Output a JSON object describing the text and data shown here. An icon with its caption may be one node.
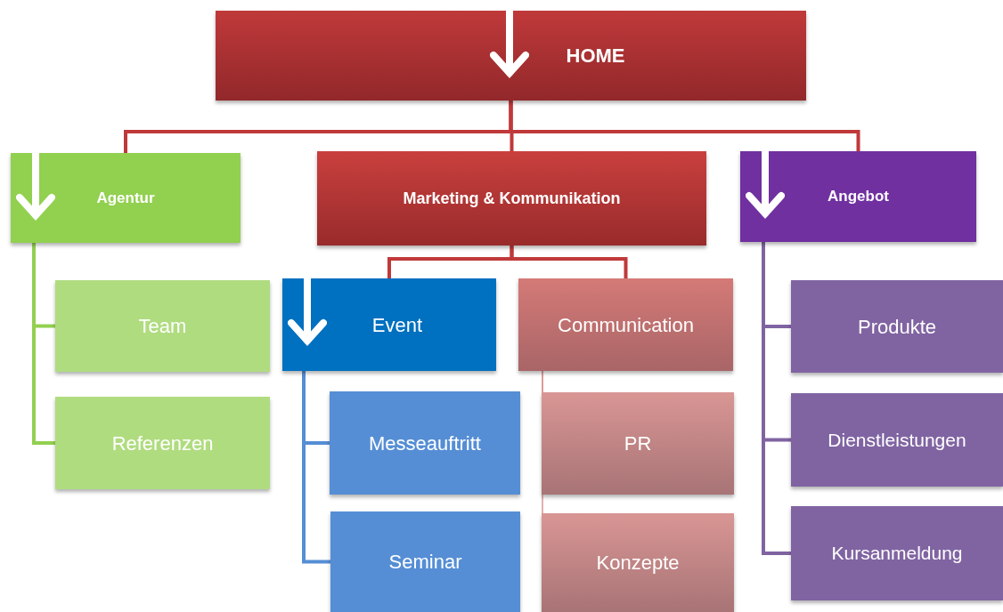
{
  "diagram": {
    "nodes": [
      {
        "text": [
          "HOME"
        ]
      },
      {
        "text": [
          "Agentur"
        ]
      },
      {
        "text": [
          "Marketing & Kommunikation"
        ]
      },
      {
        "text": [
          "Angebot"
        ]
      },
      {
        "text": [
          "Team"
        ]
      },
      {
        "text": [
          "Referenzen"
        ]
      },
      {
        "text": [
          "Event"
        ]
      },
      {
        "text": [
          "Communication"
        ]
      },
      {
        "text": [
          "Messeauftritt"
        ]
      },
      {
        "text": [
          "Seminar"
        ]
      },
      {
        "text": [
          "PR"
        ]
      },
      {
        "text": [
          "Konzepte"
        ]
      },
      {
        "text": [
          "Produkte"
        ]
      },
      {
        "text": [
          "Dienstleistungen"
        ]
      },
      {
        "text": [
          "Kursanmeldung"
        ]
      }
    ],
    "edges": [
      {
        "from": 0,
        "to": 1,
        "arrow": "none"
      },
      {
        "from": 0,
        "to": 2,
        "arrow": "none"
      },
      {
        "from": 0,
        "to": 3,
        "arrow": "none"
      },
      {
        "from": 1,
        "to": 4,
        "arrow": "none",
        "color": "#92d050"
      },
      {
        "from": 1,
        "to": 5,
        "arrow": "none",
        "color": "#92d050"
      },
      {
        "from": 2,
        "to": 6,
        "arrow": "none"
      },
      {
        "from": 2,
        "to": 7,
        "arrow": "none"
      },
      {
        "from": 6,
        "to": 8,
        "arrow": "none",
        "color": "#558ed5"
      },
      {
        "from": 6,
        "to": 9,
        "arrow": "none",
        "color": "#558ed5"
      },
      {
        "from": 7,
        "to": 10,
        "arrow": "none",
        "color": "#d99694"
      },
      {
        "from": 7,
        "to": 11,
        "arrow": "none",
        "color": "#d99694"
      },
      {
        "from": 3,
        "to": 12,
        "arrow": "none",
        "color": "#8064a2"
      },
      {
        "from": 3,
        "to": 13,
        "arrow": "none",
        "color": "#8064a2"
      },
      {
        "from": 3,
        "to": 14,
        "arrow": "none",
        "color": "#8064a2"
      }
    ]
  }
}
